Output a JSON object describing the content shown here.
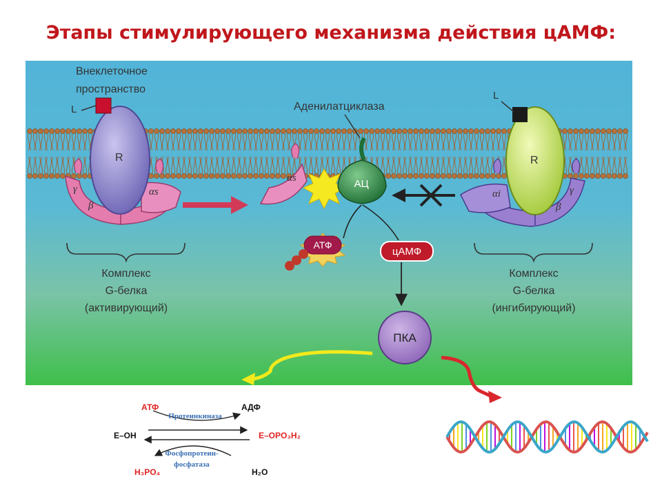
{
  "title": "Этапы стимулирующего механизма действия цАМФ:",
  "labels": {
    "extracellular_line1": "Внеклеточное",
    "extracellular_line2": "пространство",
    "adenylate_cyclase": "Аденилатциклаза",
    "ligand_left": "L",
    "ligand_right": "L",
    "receptor_left": "R",
    "receptor_right": "R",
    "alpha_s": "αs",
    "alpha_s_free": "αs",
    "alpha_i": "αi",
    "beta": "β",
    "gamma": "γ",
    "ac": "АЦ",
    "atp": "АТФ",
    "camp": "цАМФ",
    "pka": "ПКА"
  },
  "complex_left": [
    "Комплекс",
    "G-белка",
    "(активирующий)"
  ],
  "complex_right": [
    "Комплекс",
    "G-белка",
    "(ингибирующий)"
  ],
  "reaction": {
    "atp": "АТФ",
    "adp": "АДФ",
    "e_oh": "E–OH",
    "e_phos": "E–OPO₃H₂",
    "h3po4": "H₃PO₄",
    "h2o": "H₂O",
    "kinase": "Протеинкиназа",
    "phosphatase_line1": "Фосфопротеин-",
    "phosphatase_line2": "фосфатаза"
  },
  "colors": {
    "title": "#c0171c",
    "membrane_head": "#b5723a",
    "receptor_left": "#8d86c9",
    "receptor_right": "#c9e36a",
    "g_protein_s": "#e47cae",
    "g_protein_i": "#9a7fd0",
    "ligand_left": "#c8102e",
    "ligand_right": "#1a1a1a",
    "ac": "#2f8b45",
    "pka": "#a783c9",
    "yellow_arrow": "#f2ea1c",
    "red_arrow": "#d8282d"
  }
}
